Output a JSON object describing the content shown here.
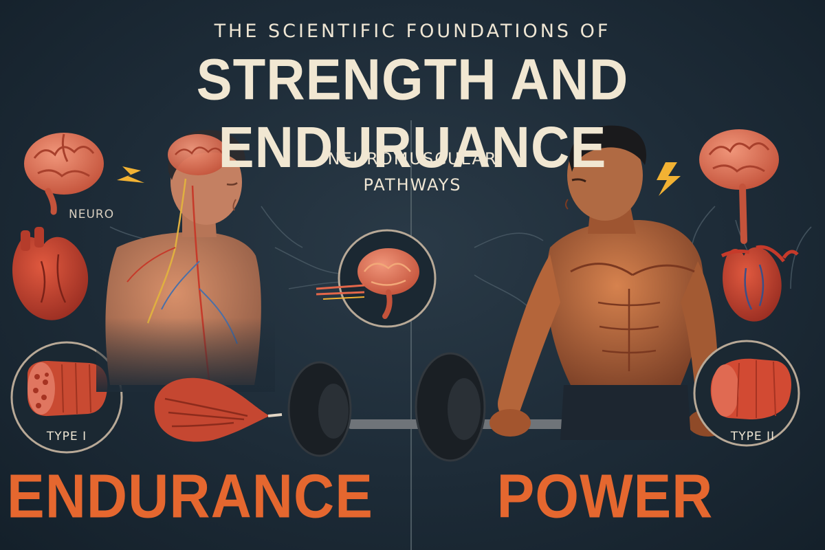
{
  "header": {
    "subtitle": "THE SCIENTIFIC FOUNDATIONS OF",
    "title": "STRENGTH AND ENDURUANCE"
  },
  "center": {
    "label_line1": "NEUROMUSCULAR",
    "label_line2": "PATHWAYS"
  },
  "left_panel": {
    "neuro_label": "NEURO",
    "fiber_label": "TYPE I",
    "heading": "ENDURANCE"
  },
  "right_panel": {
    "fiber_label": "TYPE II",
    "heading": "POWER"
  },
  "colors": {
    "background": "#1d2b37",
    "title_text": "#f1e7d2",
    "accent_orange": "#e5672f",
    "muscle_red": "#c9442c",
    "skin": "#c97a52",
    "lightning": "#f2b233"
  }
}
